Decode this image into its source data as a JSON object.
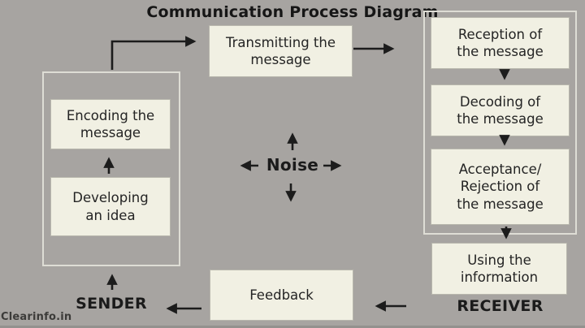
{
  "title": "Communication Process Diagram",
  "boxes": {
    "transmitting": "Transmitting the\nmessage",
    "encoding": "Encoding the\nmessage",
    "developing": "Developing\nan idea",
    "feedback": "Feedback",
    "reception": "Reception of\nthe message",
    "decoding": "Decoding of\nthe message",
    "acceptance": "Acceptance/\nRejection of\nthe message",
    "using": "Using the\ninformation"
  },
  "labels": {
    "sender": "SENDER",
    "receiver": "RECEIVER",
    "noise": "Noise",
    "watermark": "Clearinfo.in"
  },
  "colors": {
    "background": "#a7a4a1",
    "box_fill": "#f1f0e3",
    "group_border": "#deddd5",
    "text": "#242424",
    "arrow": "#1c1c1c"
  }
}
